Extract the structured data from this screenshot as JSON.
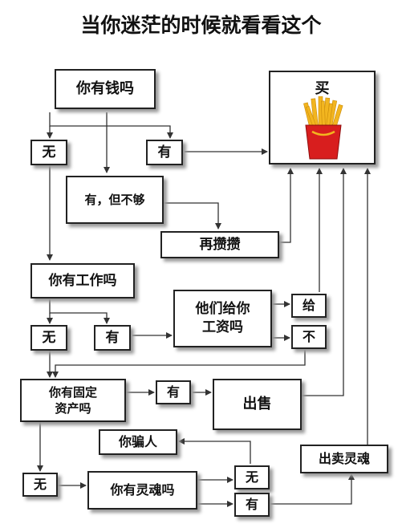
{
  "title": "当你迷茫的时候就看看这个",
  "nodes": {
    "have_money": "你有钱吗",
    "no_1": "无",
    "yes_1": "有",
    "yes_not_enough": "有，但不够",
    "save_more": "再攒攒",
    "have_job": "你有工作吗",
    "no_2": "无",
    "yes_2": "有",
    "they_pay_line1": "他们给你",
    "they_pay_line2": "工资吗",
    "give": "给",
    "not": "不",
    "have_assets_line1": "你有固定",
    "have_assets_line2": "资产吗",
    "yes_3": "有",
    "sell": "出售",
    "you_lie": "你骗人",
    "no_3": "无",
    "have_soul": "你有灵魂吗",
    "no_4": "无",
    "yes_4": "有",
    "sell_soul": "出卖灵魂",
    "buy": "买"
  },
  "icons": {
    "fries": "french-fries-icon"
  },
  "colors": {
    "fries_box": "#d81e1e",
    "fries": "#f2b51f",
    "line": "#333333"
  }
}
